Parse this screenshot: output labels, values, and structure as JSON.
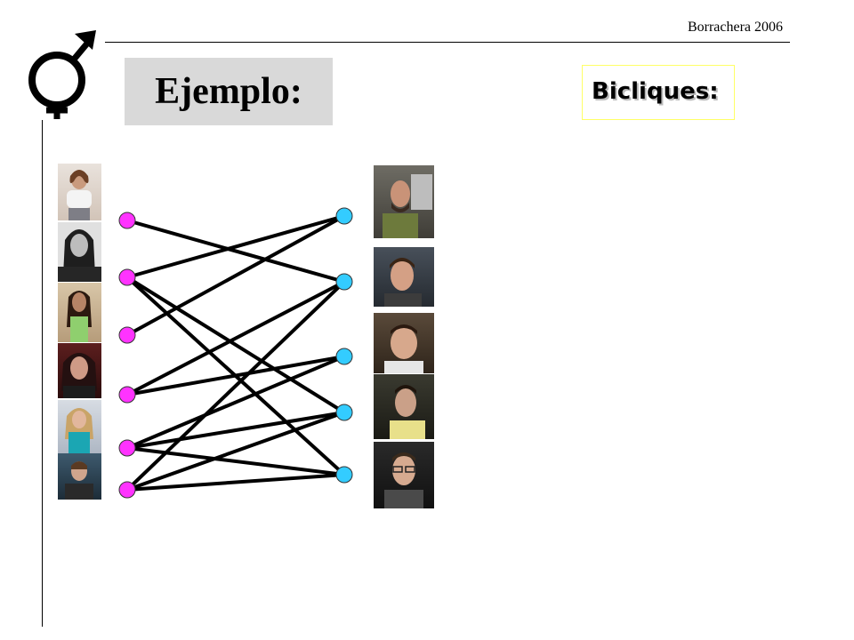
{
  "header": {
    "text": "Borrachera 2006"
  },
  "title": "Ejemplo:",
  "bicliques_label": "Bicliques:",
  "icons": {
    "gender": "male-female-symbol-icon"
  },
  "colors": {
    "left_node": "#ff33ff",
    "right_node": "#33ccff",
    "edge": "#000000",
    "title_bg": "#d9d9d9",
    "bicliques_border": "#ffff66"
  },
  "graph": {
    "left_nodes": [
      "L1",
      "L2",
      "L3",
      "L4",
      "L5",
      "L6"
    ],
    "right_nodes": [
      "R1",
      "R2",
      "R3",
      "R4",
      "R5"
    ],
    "edges": [
      [
        "L1",
        "R2"
      ],
      [
        "L2",
        "R1"
      ],
      [
        "L2",
        "R4"
      ],
      [
        "L2",
        "R5"
      ],
      [
        "L3",
        "R1"
      ],
      [
        "L4",
        "R2"
      ],
      [
        "L4",
        "R3"
      ],
      [
        "L5",
        "R3"
      ],
      [
        "L5",
        "R4"
      ],
      [
        "L5",
        "R5"
      ],
      [
        "L6",
        "R2"
      ],
      [
        "L6",
        "R4"
      ],
      [
        "L6",
        "R5"
      ]
    ]
  }
}
